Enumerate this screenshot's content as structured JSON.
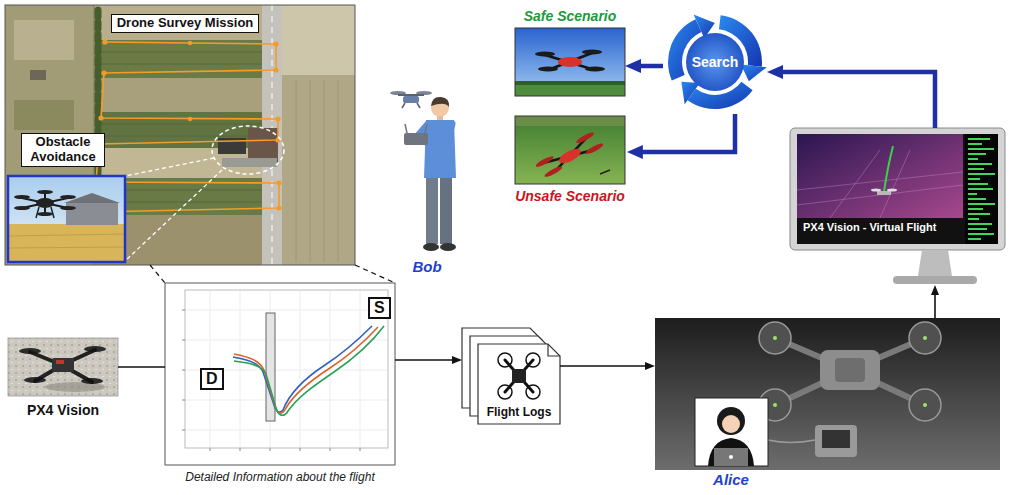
{
  "diagram": {
    "nodes": [
      {
        "text": [
          "Drone Survey Mission",
          "Obstacle Avoidance"
        ]
      },
      {
        "text": [
          "Bob"
        ]
      },
      {
        "text": [
          "Safe Scenario"
        ]
      },
      {
        "text": [
          "Unsafe Scenario"
        ]
      },
      {
        "text": [
          "Search"
        ]
      },
      {
        "text": [
          "PX4 Vision - Virtual Flight"
        ]
      },
      {
        "text": [
          "PX4 Vision"
        ]
      },
      {
        "text": [
          "Detailed Information about the flight"
        ]
      },
      {
        "text": [
          "D"
        ],
        "in": 7
      },
      {
        "text": [
          "S"
        ],
        "in": 7
      },
      {
        "text": [
          "Flight Logs"
        ]
      },
      {
        "text": [
          "Alice"
        ]
      }
    ],
    "edges": [
      {
        "from": 6,
        "to": 7,
        "arrow": "none"
      },
      {
        "from": 7,
        "to": 10,
        "arrow": "to"
      },
      {
        "from": 10,
        "to": 11,
        "arrow": "to"
      },
      {
        "from": 11,
        "to": 5,
        "arrow": "to"
      },
      {
        "from": 5,
        "to": 4,
        "arrow": "to"
      },
      {
        "from": 4,
        "to": 2,
        "arrow": "to"
      },
      {
        "from": 4,
        "to": 3,
        "arrow": "to"
      }
    ]
  }
}
